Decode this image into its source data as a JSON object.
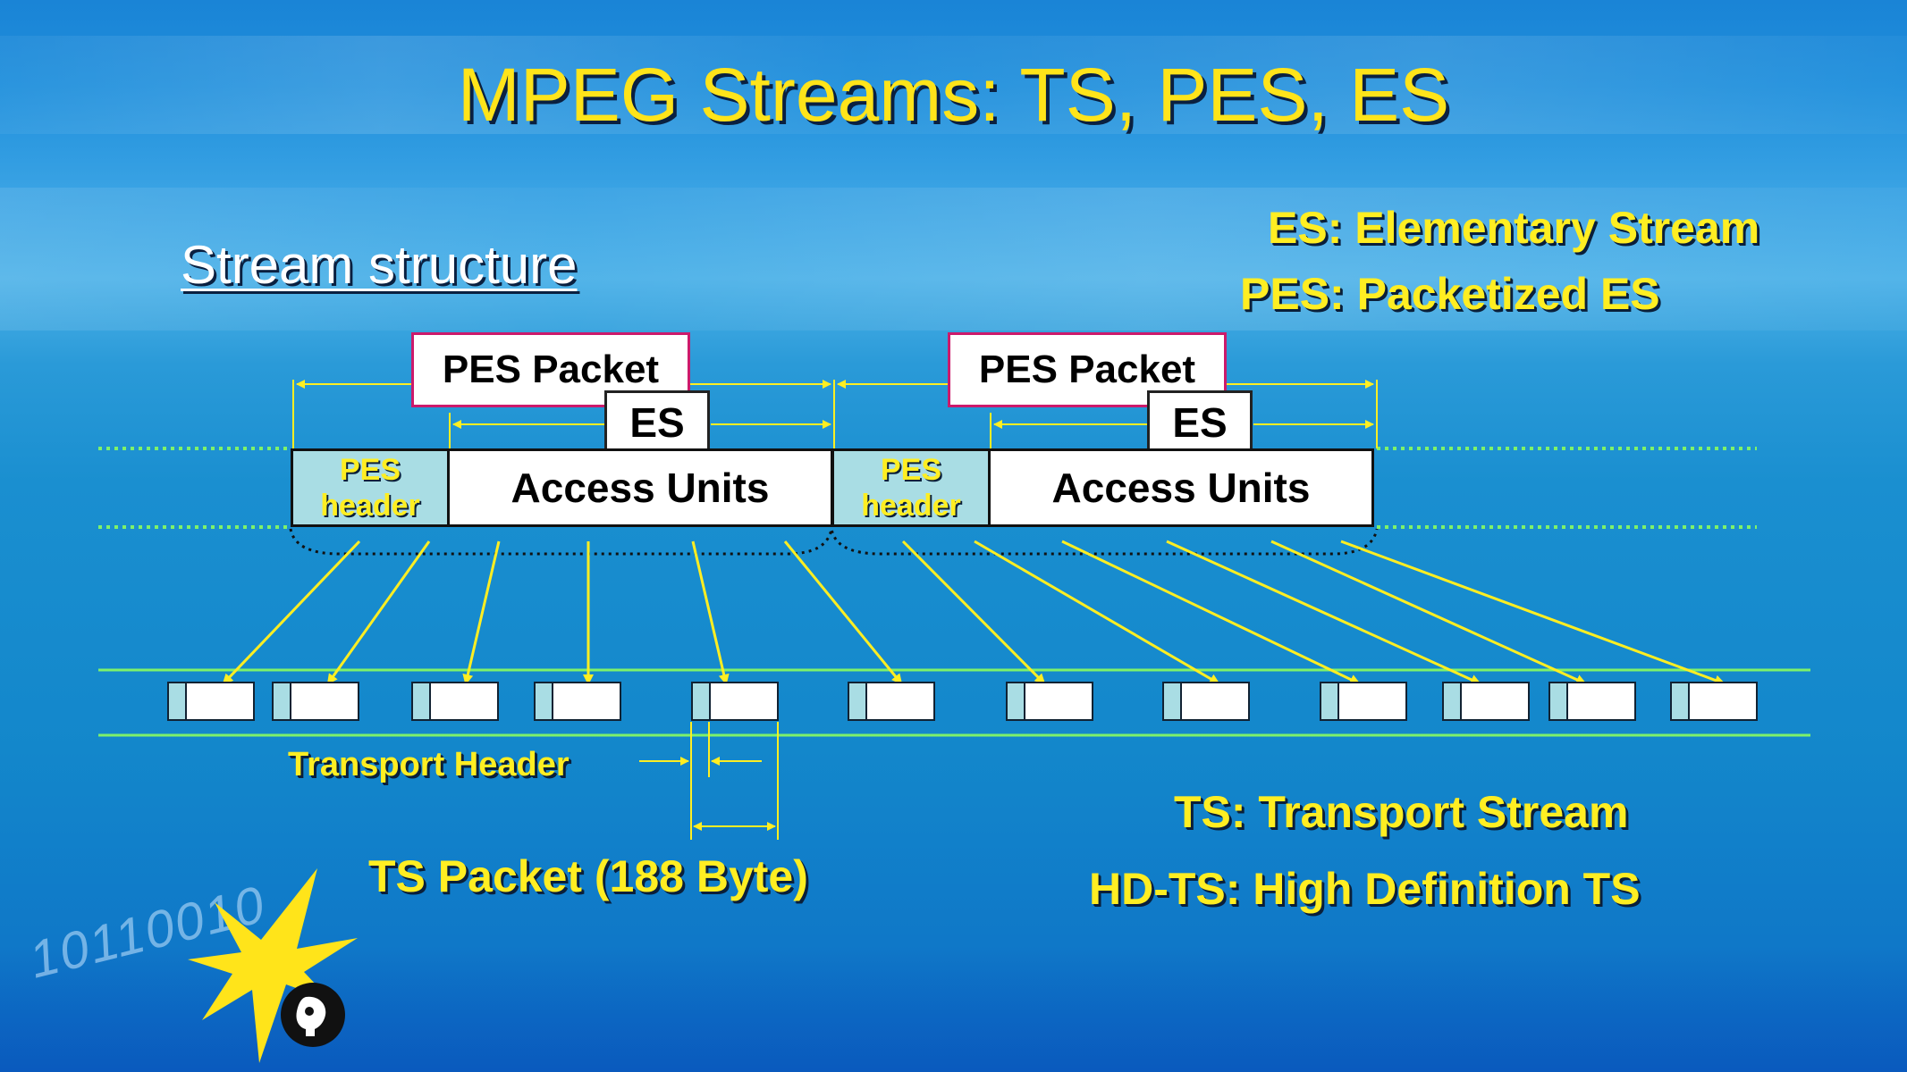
{
  "title": "MPEG Streams:  TS, PES, ES",
  "subtitle": "Stream structure",
  "definitions": {
    "es": "ES: Elementary Stream",
    "pes": "PES: Packetized ES",
    "ts": "TS: Transport Stream",
    "hdts": "HD-TS: High Definition TS"
  },
  "pes_packets": [
    {
      "label": "PES Packet",
      "es": "ES",
      "header_line1": "PES",
      "header_line2": "header",
      "payload": "Access Units"
    },
    {
      "label": "PES Packet",
      "es": "ES",
      "header_line1": "PES",
      "header_line2": "header",
      "payload": "Access Units"
    }
  ],
  "labels": {
    "transport_header": "Transport Header",
    "ts_packet": "TS Packet (188 Byte)"
  },
  "logo": {
    "bits": "10110010",
    "icon": "pbs-logo-icon",
    "burst": "starburst-icon"
  },
  "colors": {
    "yellow": "#ffee22",
    "green_line": "#7ef26a",
    "header_fill": "#a9dde4",
    "pes_border": "#cc1a6b"
  }
}
